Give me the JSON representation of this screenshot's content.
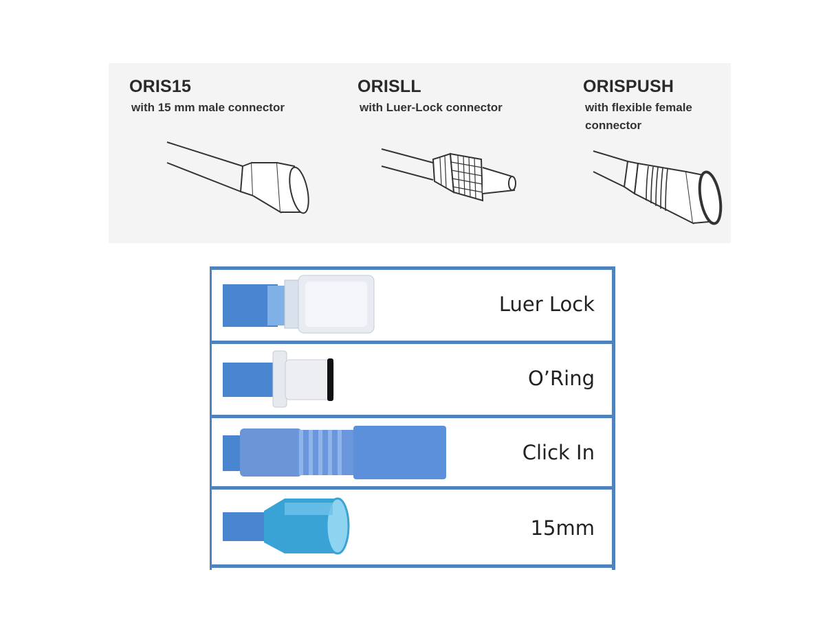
{
  "products": [
    {
      "code": "ORIS15",
      "description": [
        "with 15 mm male connector"
      ]
    },
    {
      "code": "ORISLL",
      "description": [
        "with Luer-Lock connector"
      ]
    },
    {
      "code": "ORISPUSH",
      "description": [
        "with flexible female",
        "connector"
      ]
    }
  ],
  "connector_table": {
    "rows": [
      {
        "label": "Luer Lock",
        "icon": "luer-lock-connector-photo"
      },
      {
        "label": "O’Ring",
        "icon": "o-ring-connector-photo"
      },
      {
        "label": "Click In",
        "icon": "click-in-connector-photo"
      },
      {
        "label": "15mm",
        "icon": "15mm-connector-photo"
      }
    ],
    "colors": {
      "border": "#4e83bd",
      "tube": "#4a86d0",
      "clear_part": "#e8ecf2",
      "teal_part": "#3aa3d6"
    }
  }
}
